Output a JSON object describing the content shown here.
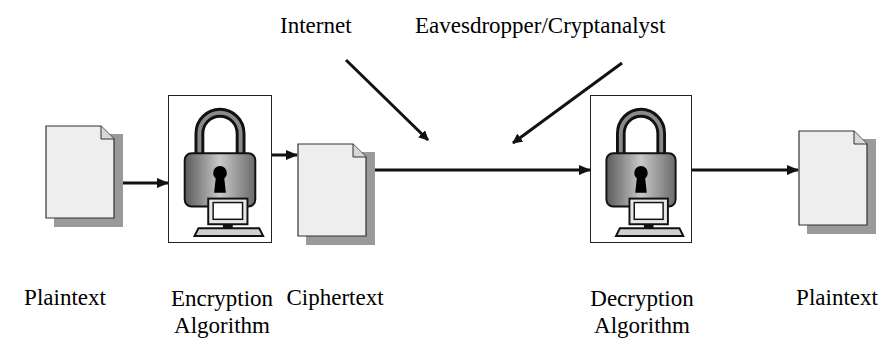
{
  "diagram": {
    "nodes": [
      {
        "text": [
          "Plaintext"
        ]
      },
      {
        "text": [
          "Encryption Algorithm"
        ]
      },
      {
        "text": [
          "Ciphertext"
        ]
      },
      {
        "text": [
          "Decryption Algorithm"
        ]
      },
      {
        "text": [
          "Plaintext"
        ]
      }
    ],
    "edges": [
      {
        "from": 0,
        "to": 1,
        "arrow": "to"
      },
      {
        "from": 1,
        "to": 2,
        "arrow": "to"
      },
      {
        "from": 2,
        "to": 3,
        "arrow": "to"
      },
      {
        "from": 3,
        "to": 4,
        "arrow": "to"
      }
    ],
    "labels": [
      "Internet",
      "Eavesdropper/Cryptanalyst"
    ]
  }
}
